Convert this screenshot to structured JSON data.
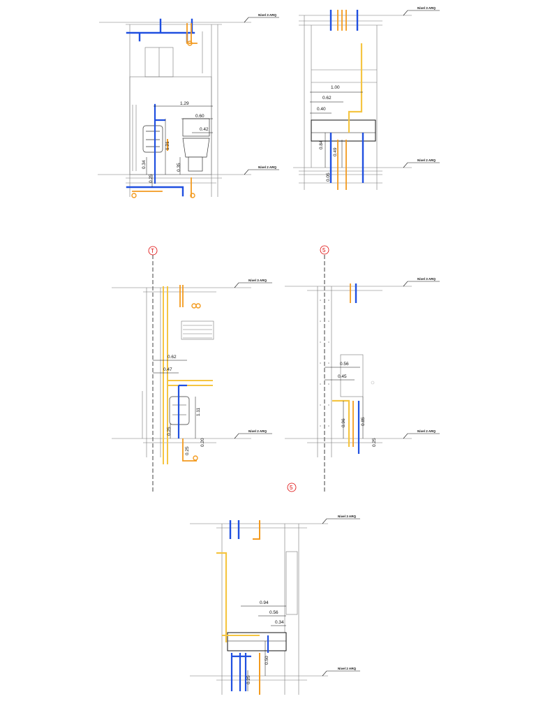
{
  "levels": {
    "upper_name": "Nivel 3 ARQ",
    "lower_name": "Nivel 2 ARQ"
  },
  "grid_markers": [
    "T",
    "5",
    "5"
  ],
  "pipe_colors": {
    "cold": "#1f4fe0",
    "hot": "#f39a1e",
    "drain": "#f5c542"
  },
  "views": [
    {
      "dims": [
        "1.29",
        "0.60",
        "0.42",
        "0.34",
        "0.35",
        "0.25",
        "1.21"
      ]
    },
    {
      "dims": [
        "1.00",
        "0.62",
        "0.40",
        "0.84",
        "0.49",
        "0.05"
      ]
    },
    {
      "dims": [
        "0.62",
        "0.47",
        "0.25",
        "1.11",
        "0.20",
        "0.25"
      ]
    },
    {
      "dims": [
        "0.56",
        "0.45",
        "0.96",
        "0.85",
        "0.25"
      ]
    },
    {
      "dims": [
        "0.94",
        "0.56",
        "0.34",
        "0.50",
        "0.25"
      ]
    }
  ]
}
